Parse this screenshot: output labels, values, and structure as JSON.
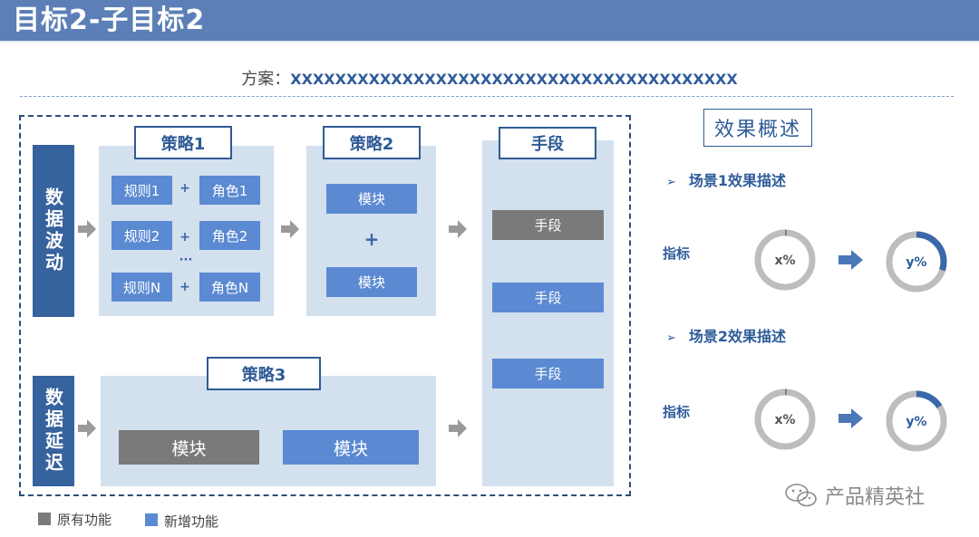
{
  "header": {
    "title": "目标2-子目标2"
  },
  "plan": {
    "label": "方案：",
    "value": "XXXXXXXXXXXXXXXXXXXXXXXXXXXXXXXXXXXXXXXX"
  },
  "inputs": {
    "fluctuation": "数据波动",
    "delay": "数据延迟"
  },
  "strategy1": {
    "title": "策略1",
    "rows": [
      {
        "rule": "规则1",
        "role": "角色1"
      },
      {
        "rule": "规则2",
        "role": "角色2"
      },
      {
        "rule": "规则N",
        "role": "角色N"
      }
    ],
    "plus": "+",
    "ellipsis": "···"
  },
  "strategy2": {
    "title": "策略2",
    "module_top": "模块",
    "plus": "+",
    "module_bottom": "模块"
  },
  "strategy3": {
    "title": "策略3",
    "module_left": "模块",
    "module_right": "模块"
  },
  "means": {
    "title": "手段",
    "items": [
      "手段",
      "手段",
      "手段"
    ]
  },
  "effect": {
    "title": "效果概述",
    "scenes": [
      {
        "label": "场景1效果描述",
        "metric": "指标",
        "from": "x%",
        "to": "y%",
        "from_fill": 0.01,
        "to_fill": 0.3
      },
      {
        "label": "场景2效果描述",
        "metric": "指标",
        "from": "x%",
        "to": "y%",
        "from_fill": 0.01,
        "to_fill": 0.16
      }
    ]
  },
  "legend": {
    "existing": "原有功能",
    "new": "新增功能"
  },
  "watermark": "产品精英社",
  "colors": {
    "header": "#5b7fb6",
    "dark": "#36629d",
    "panel": "#d3e0ee",
    "blue": "#5b8ad2",
    "gray": "#7a7a7a",
    "ring": "#bdbdbd",
    "ring_active": "#3a68a8",
    "arrow_blue": "#4a78b8",
    "arrow_gray": "#9a9a9a"
  }
}
